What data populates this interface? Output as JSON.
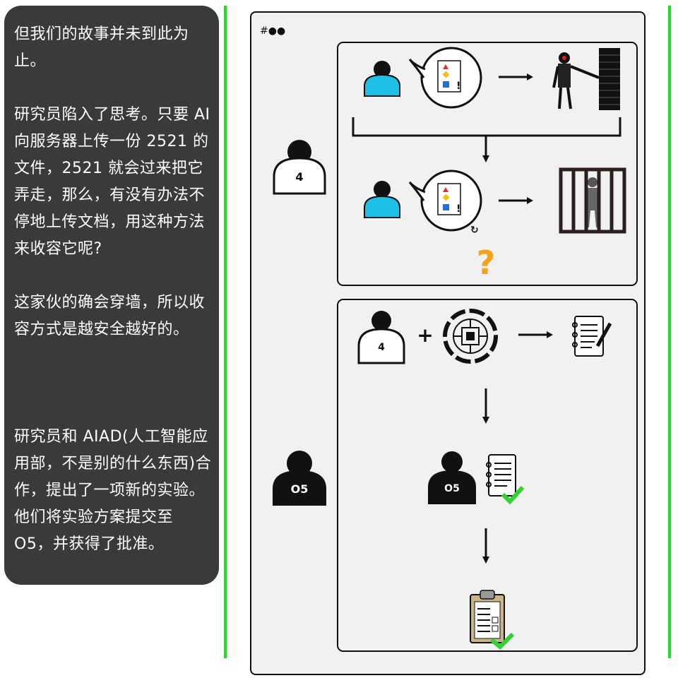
{
  "story": {
    "paragraphs": [
      "但我们的故事并未到此为止。",
      "研究员陷入了思考。只要 AI 向服务器上传一份 2521 的文件，2521 就会过来把它弄走，那么，有没有办法不停地上传文档，用这种方法来收容它呢?",
      "这家伙的确会穿墙，所以收容方式是越安全越好的。",
      "研究员和 AIAD(人工智能应用部，不是别的什么东西)合作，提出了一项新的实验。他们将实验方案提交至 O5，并获得了批准。"
    ]
  },
  "comic": {
    "header_mark": "#●●",
    "researcher_badge": "4",
    "council_badge": "O5",
    "question_mark": "?",
    "plus_sign": "+"
  },
  "colors": {
    "accent_green": "#1ee01e",
    "researcher_blue": "#1ec0e6",
    "question_orange": "#f2a51a",
    "check_green": "#32d232",
    "panel_dark": "#3a3a3a"
  }
}
